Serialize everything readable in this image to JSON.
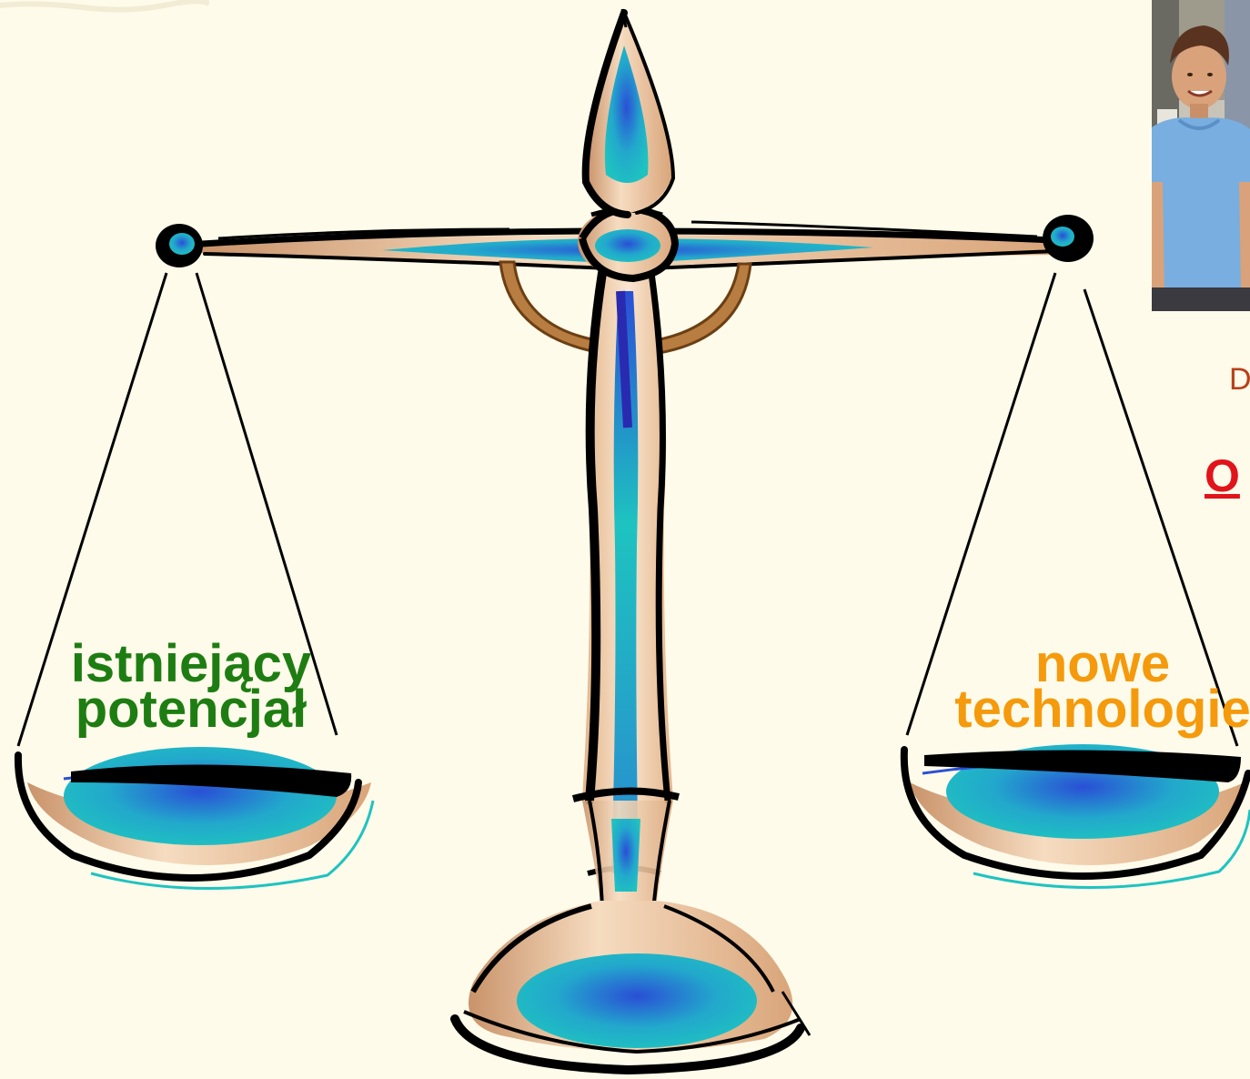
{
  "labels": {
    "left_pan": [
      "istniejący",
      "potencjał"
    ],
    "right_pan": [
      "nowe",
      "technologie"
    ]
  },
  "side_text": {
    "line1": "D",
    "line2": "O"
  },
  "colors": {
    "background": "#fffbea",
    "left_label": "#1e7d12",
    "right_label": "#f59a0c",
    "side_text_1": "#b8401a",
    "side_text_2": "#e0141a",
    "scale_blue": "#20b6c6",
    "scale_deep_blue": "#2a4fd6",
    "scale_tan": "#e9c49c",
    "scale_brown": "#b27a3c",
    "outline": "#000000"
  },
  "icons": {
    "scale": "balance-scale-icon",
    "photo": "boy-photo"
  }
}
